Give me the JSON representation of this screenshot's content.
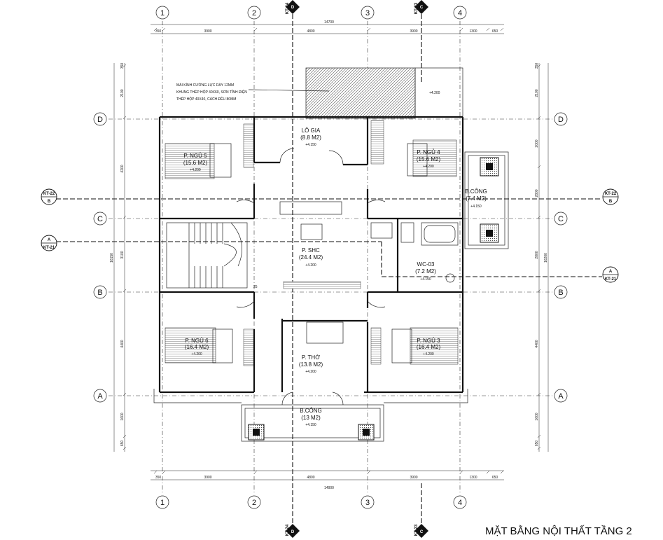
{
  "title": "MẶT BẰNG NỘI THẤT TẦNG 2",
  "grid": {
    "columns": [
      "1",
      "2",
      "3",
      "4"
    ],
    "rows": [
      "D",
      "C",
      "B",
      "A"
    ]
  },
  "dimensions": {
    "top_total": "14700",
    "bottom_total": "14900",
    "top_segments": [
      "350",
      "3900",
      "4800",
      "3900",
      "1300",
      "650"
    ],
    "bottom_segments": [
      "350",
      "3900",
      "4800",
      "3900",
      "1300",
      "650"
    ],
    "left_segments": [
      "350",
      "2100",
      "4200",
      "3100",
      "4400",
      "1600",
      "650"
    ],
    "left_total": "16150",
    "right_segments": [
      "350",
      "2100",
      "2000",
      "2800",
      "2800",
      "4400",
      "1600",
      "650"
    ],
    "right_total": "16200"
  },
  "notes": {
    "line1": "MÁI KÍNH CƯỜNG LỰC DÀY 12MM",
    "line2": "KHUNG THÉP HỘP 40X60, SƠN TĨNH ĐIỆN",
    "line3": "THÉP HỘP 40X40, CÁCH ĐỀU 80MM"
  },
  "sections": {
    "kt22": "KT-22",
    "kt21": "KT-21",
    "kt24": "KT-24",
    "kt23": "KT-23",
    "a": "A",
    "b": "B",
    "c": "C",
    "d": "D"
  },
  "rooms": {
    "logia": {
      "name": "LÔ GIA",
      "area": "(8.8 M2)",
      "level": "+4.150"
    },
    "ngu5": {
      "name": "P. NGỦ 5",
      "area": "(15.6 M2)",
      "level": "+4.200"
    },
    "ngu4": {
      "name": "P. NGỦ 4",
      "area": "(15.6 M2)",
      "level": "+4.200"
    },
    "bcong_e": {
      "name": "B.CÔNG",
      "area": "(7.4 M2)",
      "level": "+4.150"
    },
    "shc": {
      "name": "P. SHC",
      "area": "(24.4 M2)",
      "level": "+4.200"
    },
    "wc03": {
      "name": "WC-03",
      "area": "(7.2 M2)",
      "level": "+4.150"
    },
    "ngu6": {
      "name": "P. NGỦ 6",
      "area": "(16.4 M2)",
      "level": "+4.200"
    },
    "ngu3": {
      "name": "P. NGỦ 3",
      "area": "(16.4 M2)",
      "level": "+4.200"
    },
    "tho": {
      "name": "P. THỜ",
      "area": "(13.8 M2)",
      "level": "+4.200"
    },
    "bcong_s": {
      "name": "B.CÔNG",
      "area": "(13 M2)",
      "level": "+4.150"
    }
  },
  "roof_level": "+4.200",
  "stair_tag": "25"
}
